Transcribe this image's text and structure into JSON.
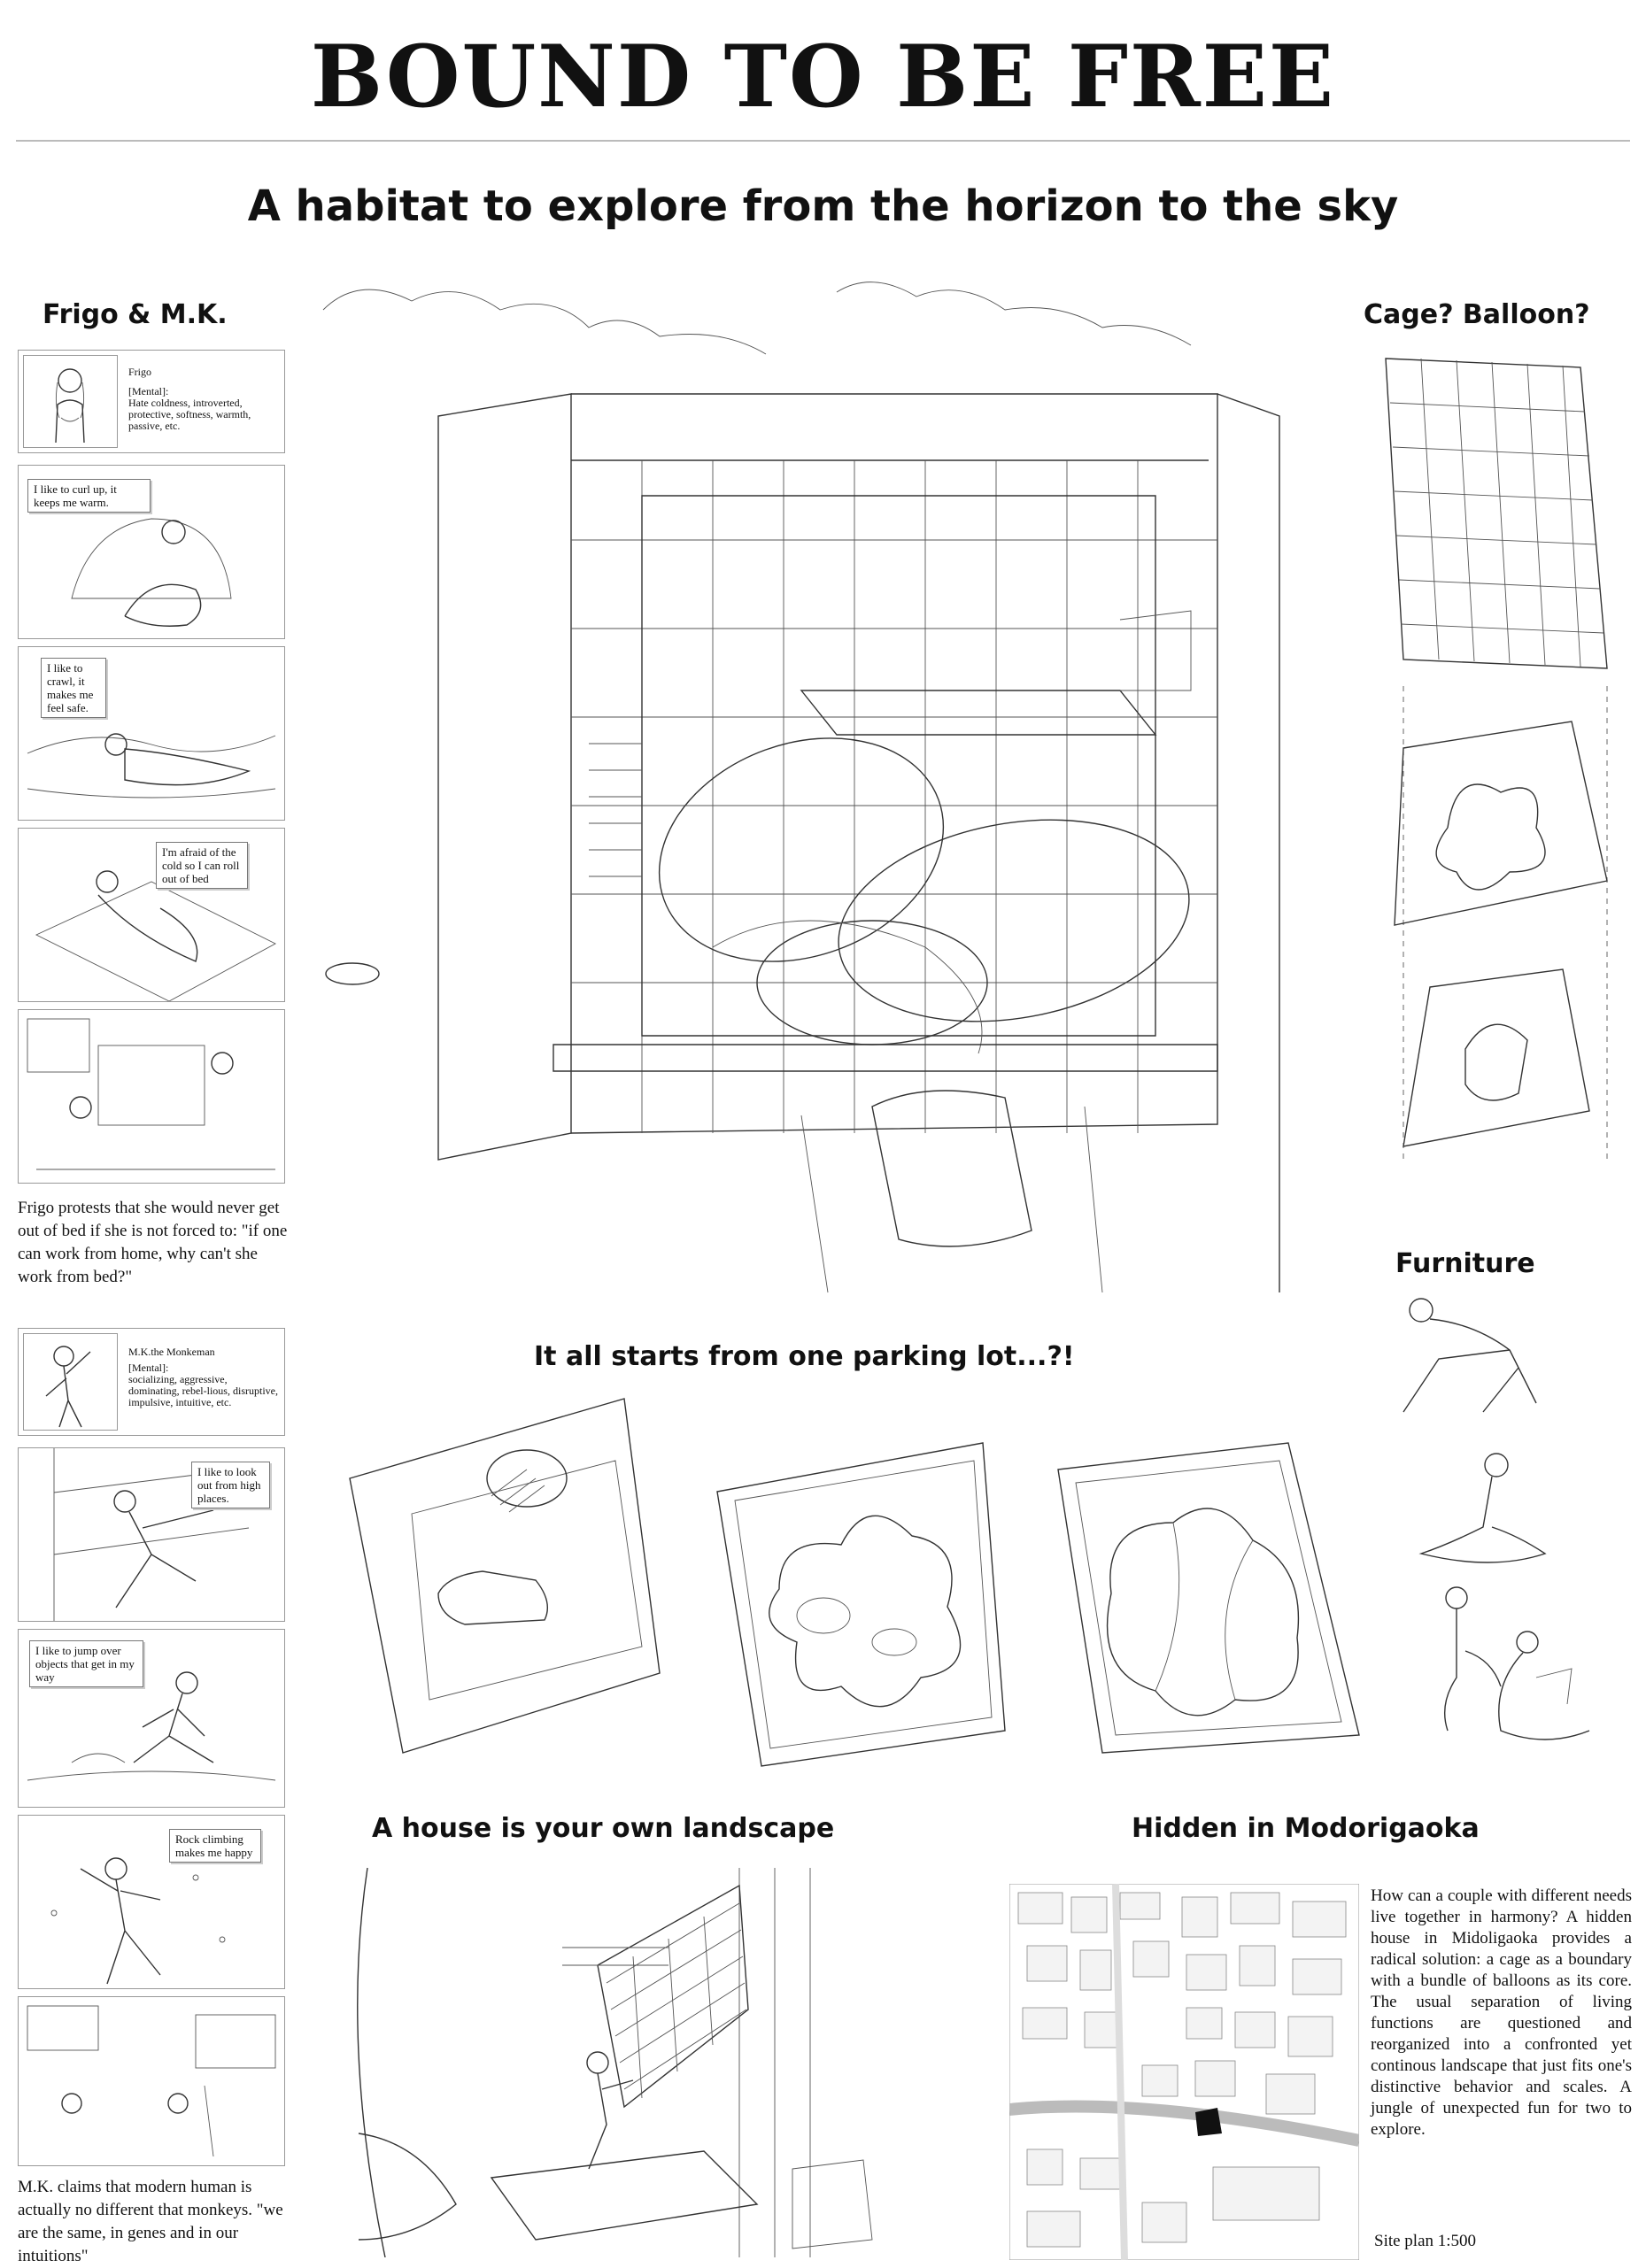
{
  "header": {
    "title": "BOUND TO BE FREE",
    "subtitle": "A habitat to explore from the horizon to the sky"
  },
  "sections": {
    "characters": "Frigo & M.K.",
    "cage": "Cage? Balloon?",
    "furniture": "Furniture",
    "parking": "It all starts from one parking lot...?!",
    "landscape": "A house is your own landscape",
    "hidden": "Hidden in Modorigaoka"
  },
  "frigo": {
    "name": "Frigo",
    "traits": "[Mental]:\nHate coldness, introverted, protective, softness, warmth, passive, etc.",
    "bubbles": [
      "I like to curl up, it keeps me warm.",
      "I like to crawl, it makes me feel safe.",
      "I'm afraid of the cold so I can roll out of bed"
    ],
    "story": "Frigo protests that she would never get out of bed if she is not forced to: \"if one can work from home, why can't she work from bed?\""
  },
  "mk": {
    "name": "M.K.the Monkeman",
    "traits": "[Mental]:\nsocializing, aggressive, dominating, rebel-lious, disruptive, impulsive, intuitive, etc.",
    "bubbles": [
      "I like to look out from high places.",
      "I like to jump over objects that get in my way",
      "Rock climbing makes me happy"
    ],
    "story": "M.K. claims that modern human is actually no different that monkeys. \"we are the same, in genes and in our intuitions\""
  },
  "site": {
    "description": "How can a couple with different needs live together in harmony? A hidden house in Midoligaoka provides a radical solution: a cage as a boundary with a bundle of balloons as its core. The usual separation of living functions are questioned and reorganized into a confronted yet continous landscape that just fits one's distinctive behavior and scales. A jungle of unexpected fun for two to explore.",
    "scale": "Site plan 1:500"
  },
  "colors": {
    "ink": "#111111",
    "panel_border": "#999999",
    "rule": "#bbbbbb",
    "site_building": "#111111"
  }
}
